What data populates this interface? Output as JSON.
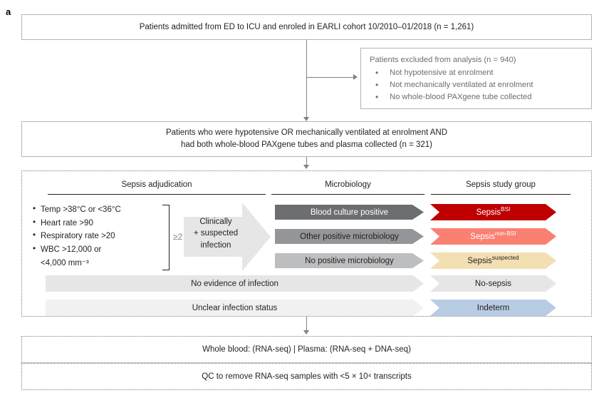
{
  "figure": {
    "panel_label": "a"
  },
  "colors": {
    "box_border": "#b3b3b3",
    "dotted_border": "#7a7a7a",
    "connector": "#808285",
    "excluded_text": "#6d6e71",
    "micro_dark": "#6d6e71",
    "micro_mid": "#939598",
    "micro_light": "#bcbec0",
    "row_light": "#e6e6e6",
    "row_lighter": "#f1f1f1",
    "block_arrow": "#e6e6e6",
    "sepsis_bsi": "#c00000",
    "sepsis_nonbsi": "#fa8072",
    "sepsis_suspected": "#f2dfb2",
    "no_sepsis": "#e6e6e6",
    "indeterm": "#b8cce4"
  },
  "nodes": {
    "enrolment": "Patients admitted from ED to ICU and enroled in EARLI cohort 10/2010–01/2018  (n = 1,261)",
    "excluded": {
      "title": "Patients excluded from analysis (n = 940)",
      "items": [
        "Not hypotensive at enrolment",
        "Not mechanically ventilated at enrolment",
        "No whole-blood PAXgene tube collected"
      ]
    },
    "included_line1": "Patients who were hypotensive OR mechanically ventilated at enrolment AND",
    "included_line2": "had both whole-blood PAXgene tubes and plasma collected (n = 321)",
    "sequencing": "Whole blood: (RNA-seq) | Plasma: (RNA-seq + DNA-seq)",
    "qc": "QC to remove RNA-seq samples with <5 × 10⁴ transcripts"
  },
  "panel": {
    "columns": [
      {
        "label": "Sepsis adjudication"
      },
      {
        "label": "Microbiology"
      },
      {
        "label": "Sepsis study group"
      }
    ],
    "criteria": {
      "items": [
        "Temp >38°C or <36°C",
        "Heart rate >90",
        "Respiratory rate >20",
        "WBC >12,000 or"
      ],
      "continuation": "<4,000 mm⁻³",
      "threshold": "≥2"
    },
    "gateway": {
      "line1": "Clinically",
      "line2": "+ suspected",
      "line3": "infection"
    },
    "microbiology": [
      {
        "label": "Blood culture positive",
        "fill": "#6d6e71",
        "text_color": "#ffffff"
      },
      {
        "label": "Other positive microbiology",
        "fill": "#939598",
        "text_color": "#231f20"
      },
      {
        "label": "No positive microbiology",
        "fill": "#bcbec0",
        "text_color": "#231f20"
      }
    ],
    "study_groups": [
      {
        "label": "Sepsis",
        "sup": "BSI",
        "fill": "#c00000",
        "text_color": "#ffffff"
      },
      {
        "label": "Sepsis",
        "sup": "non-BSI",
        "fill": "#fa8072",
        "text_color": "#ffffff"
      },
      {
        "label": "Sepsis",
        "sup": "suspected",
        "fill": "#f2dfb2",
        "text_color": "#231f20"
      }
    ],
    "wide_rows": [
      {
        "label": "No evidence of infection",
        "fill": "#e6e6e6",
        "group_label": "No-sepsis",
        "group_fill": "#e6e6e6",
        "group_text_color": "#231f20"
      },
      {
        "label": "Unclear infection status",
        "fill": "#f1f1f1",
        "group_label": "Indeterm",
        "group_fill": "#b8cce4",
        "group_text_color": "#231f20"
      }
    ]
  }
}
